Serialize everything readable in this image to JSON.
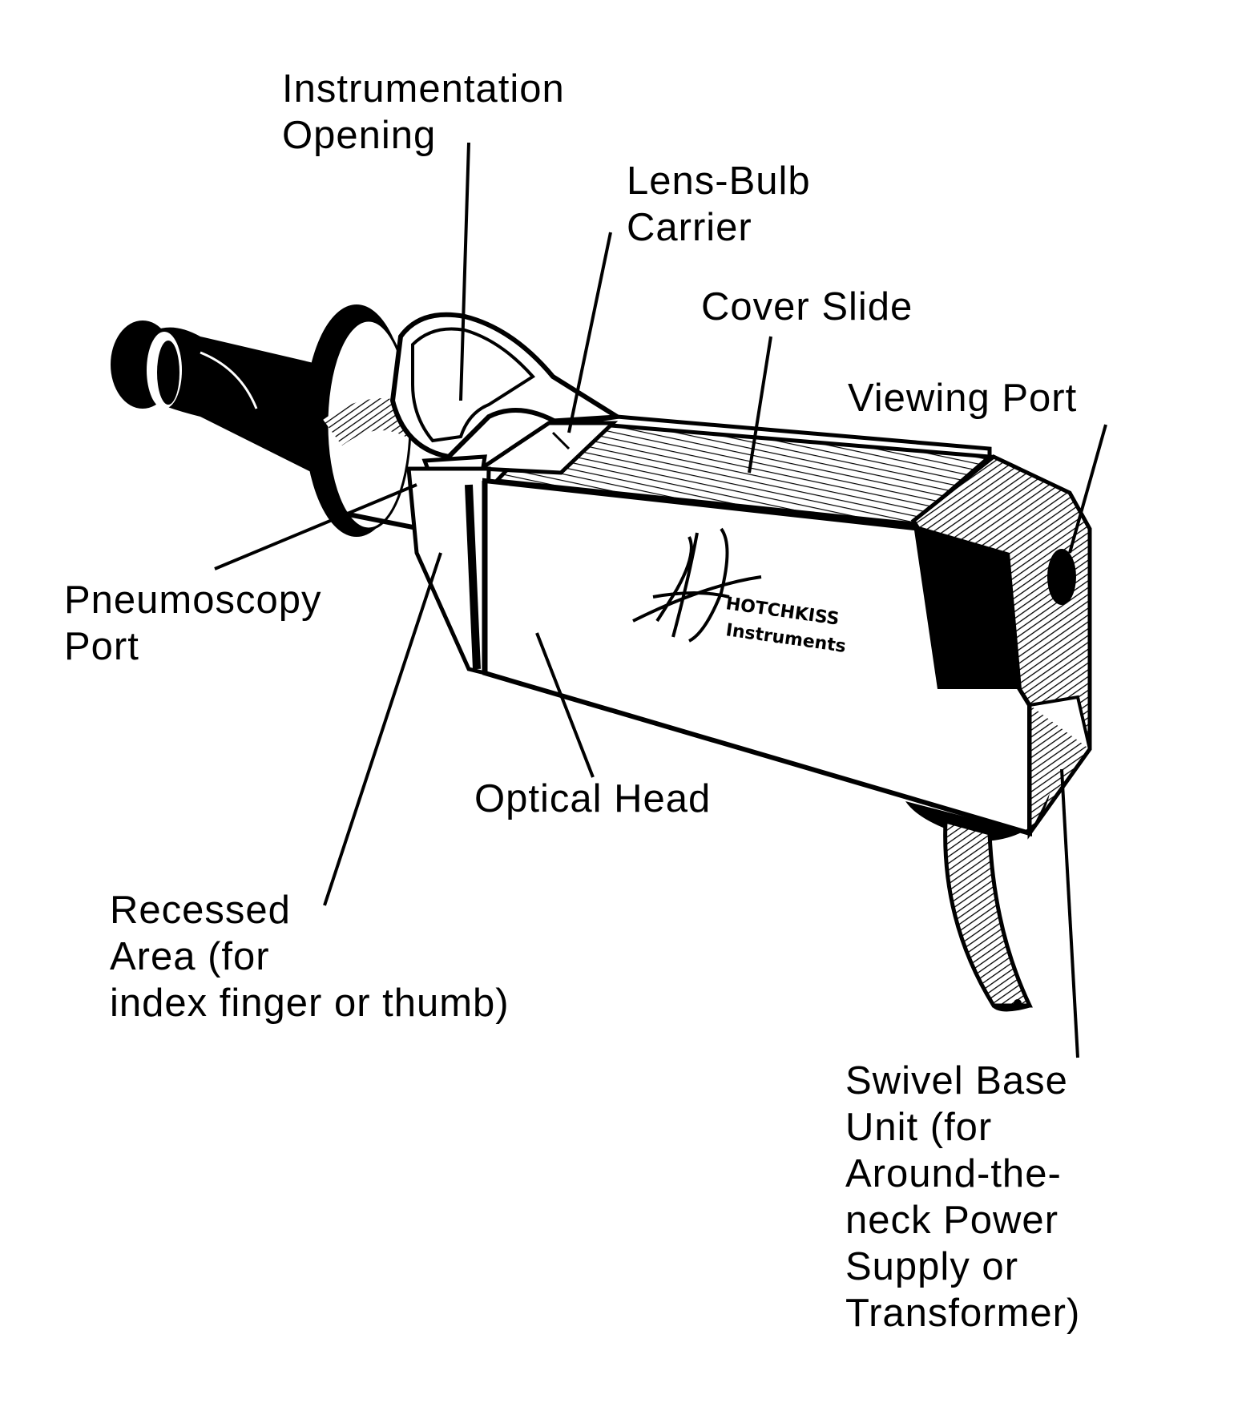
{
  "labels": {
    "instrumentation_opening": [
      "Instrumentation",
      "Opening"
    ],
    "lens_bulb_carrier": [
      "Lens-Bulb",
      "Carrier"
    ],
    "cover_slide": [
      "Cover Slide"
    ],
    "viewing_port": [
      "Viewing Port"
    ],
    "pneumoscopy_port": [
      "Pneumoscopy",
      "Port"
    ],
    "optical_head": [
      "Optical Head"
    ],
    "recessed_area": [
      "Recessed",
      "Area (for",
      "index finger or thumb)"
    ],
    "swivel_base_unit": [
      "Swivel Base",
      "Unit (for",
      "Around-the-",
      "neck Power",
      "Supply or",
      "Transformer)"
    ]
  },
  "logo": {
    "monogram": "Hf",
    "brand_line1": "HOTCHKISS",
    "brand_line2": "Instruments"
  },
  "colors": {
    "ink": "#000000",
    "paper": "#ffffff"
  }
}
